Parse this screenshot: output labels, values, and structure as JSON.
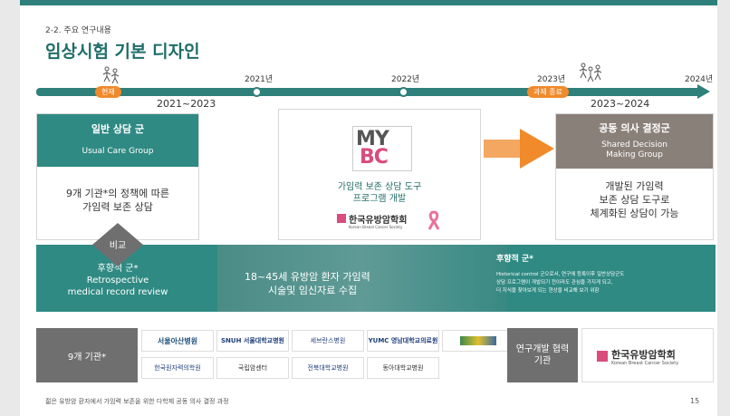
{
  "header": {
    "section": "2-2. 주요 연구내용",
    "title": "임상시험 기본 디자인"
  },
  "timeline": {
    "marker_now": "현재",
    "year_2021": "2021년",
    "year_2022": "2022년",
    "year_2023": "2023년",
    "year_2024": "2024년",
    "marker_done": "과제 종료",
    "range_left": "2021~2023",
    "range_right": "2023~2024"
  },
  "left_box": {
    "title": "일반 상담 군",
    "subtitle": "Usual Care Group",
    "body_line1": "9개 기관*의 정책에 따른",
    "body_line2": "가임력 보존 상담"
  },
  "middle_box": {
    "logo_top": "MY",
    "logo_bottom": "BC",
    "line1": "가임력 보존 상담 도구",
    "line2": "프로그램 개발",
    "society": "한국유방암학회",
    "society_en": "Korean Breast Cancer Society"
  },
  "right_box": {
    "title": "공동 의사 결정군",
    "subtitle_line1": "Shared Decision",
    "subtitle_line2": "Making Group",
    "body_line1": "개발된 가임력",
    "body_line2": "보존 상담 도구로",
    "body_line3": "체계화된 상담이 가능"
  },
  "compare": {
    "label": "비교"
  },
  "banner": {
    "left_line1": "후향적 군*",
    "left_line2": "Retrospective",
    "left_line3": "medical record review",
    "middle_line1": "18~45세 유방암 환자 가임력",
    "middle_line2": "시술및 임신자료 수집",
    "right_title": "후향적 군*",
    "right_line1": "Historical control 군으로서, 연구에 등록이후 일반상담군도",
    "right_line2": "상담 프로그램이 개발되기 전이라도 관심을 가지게 되고,",
    "right_line3": "더 지식을 찾아보게 되는 현상을 비교해 보기 위함"
  },
  "institutions": {
    "label": "9개 기관*",
    "list": [
      "서울아산병원",
      "SNUH 서울대학교병원",
      "세브란스병원",
      "YUMC 영남대학교의료원",
      "",
      "한국원자력의학원",
      "국립암센터",
      "전북대학교병원",
      "동아대학교병원"
    ],
    "partner_label_line1": "연구개발 협력",
    "partner_label_line2": "기관",
    "partner_name": "한국유방암학회",
    "partner_en": "Korean Breast Cancer Society"
  },
  "footer": {
    "caption": "젊은 유방암 환자에서 가임력 보존을 위한 다학제 공동 의사 결정 과정",
    "page": "15"
  },
  "colors": {
    "teal": "#2f7f7a",
    "orange": "#f08a2b",
    "gray": "#6f6f6f",
    "pink": "#e8739a"
  }
}
